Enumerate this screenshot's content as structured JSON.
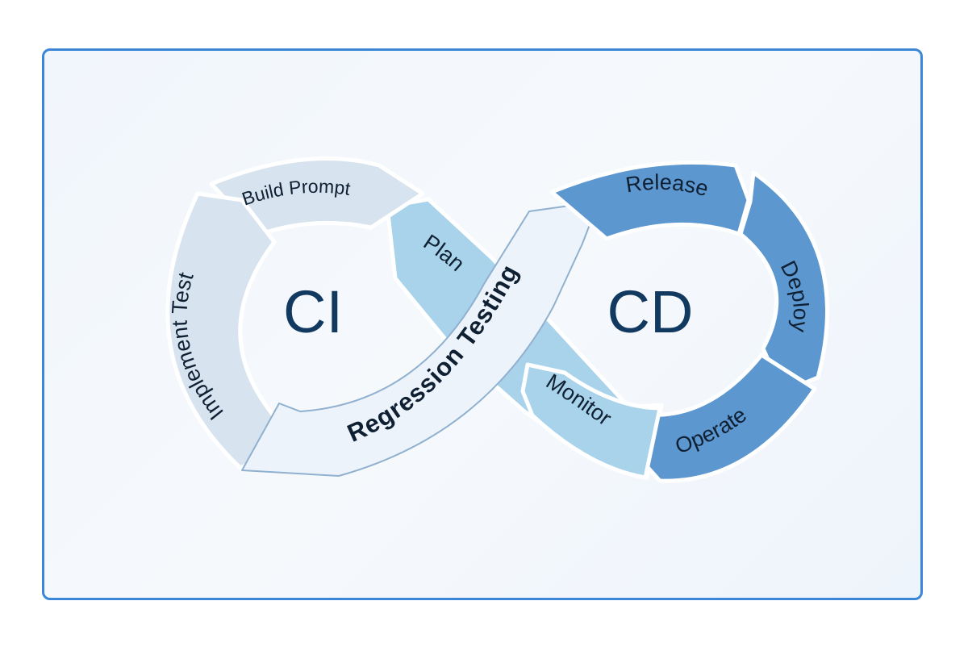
{
  "diagram": {
    "left_loop_label": "CI",
    "right_loop_label": "CD",
    "segments": {
      "build_prompt": "Build Prompt",
      "implement_test": "Implement Test",
      "plan": "Plan",
      "regression_testing": "Regression Testing",
      "release": "Release",
      "deploy": "Deploy",
      "operate": "Operate",
      "monitor": "Monitor"
    },
    "colors": {
      "border": "#3b86d6",
      "ci_light": "#d7e3ef",
      "plan_monitor": "#a9d3ea",
      "regression": "#edf3fa",
      "cd_dark": "#5c97d0",
      "text_dark": "#123a60"
    }
  }
}
